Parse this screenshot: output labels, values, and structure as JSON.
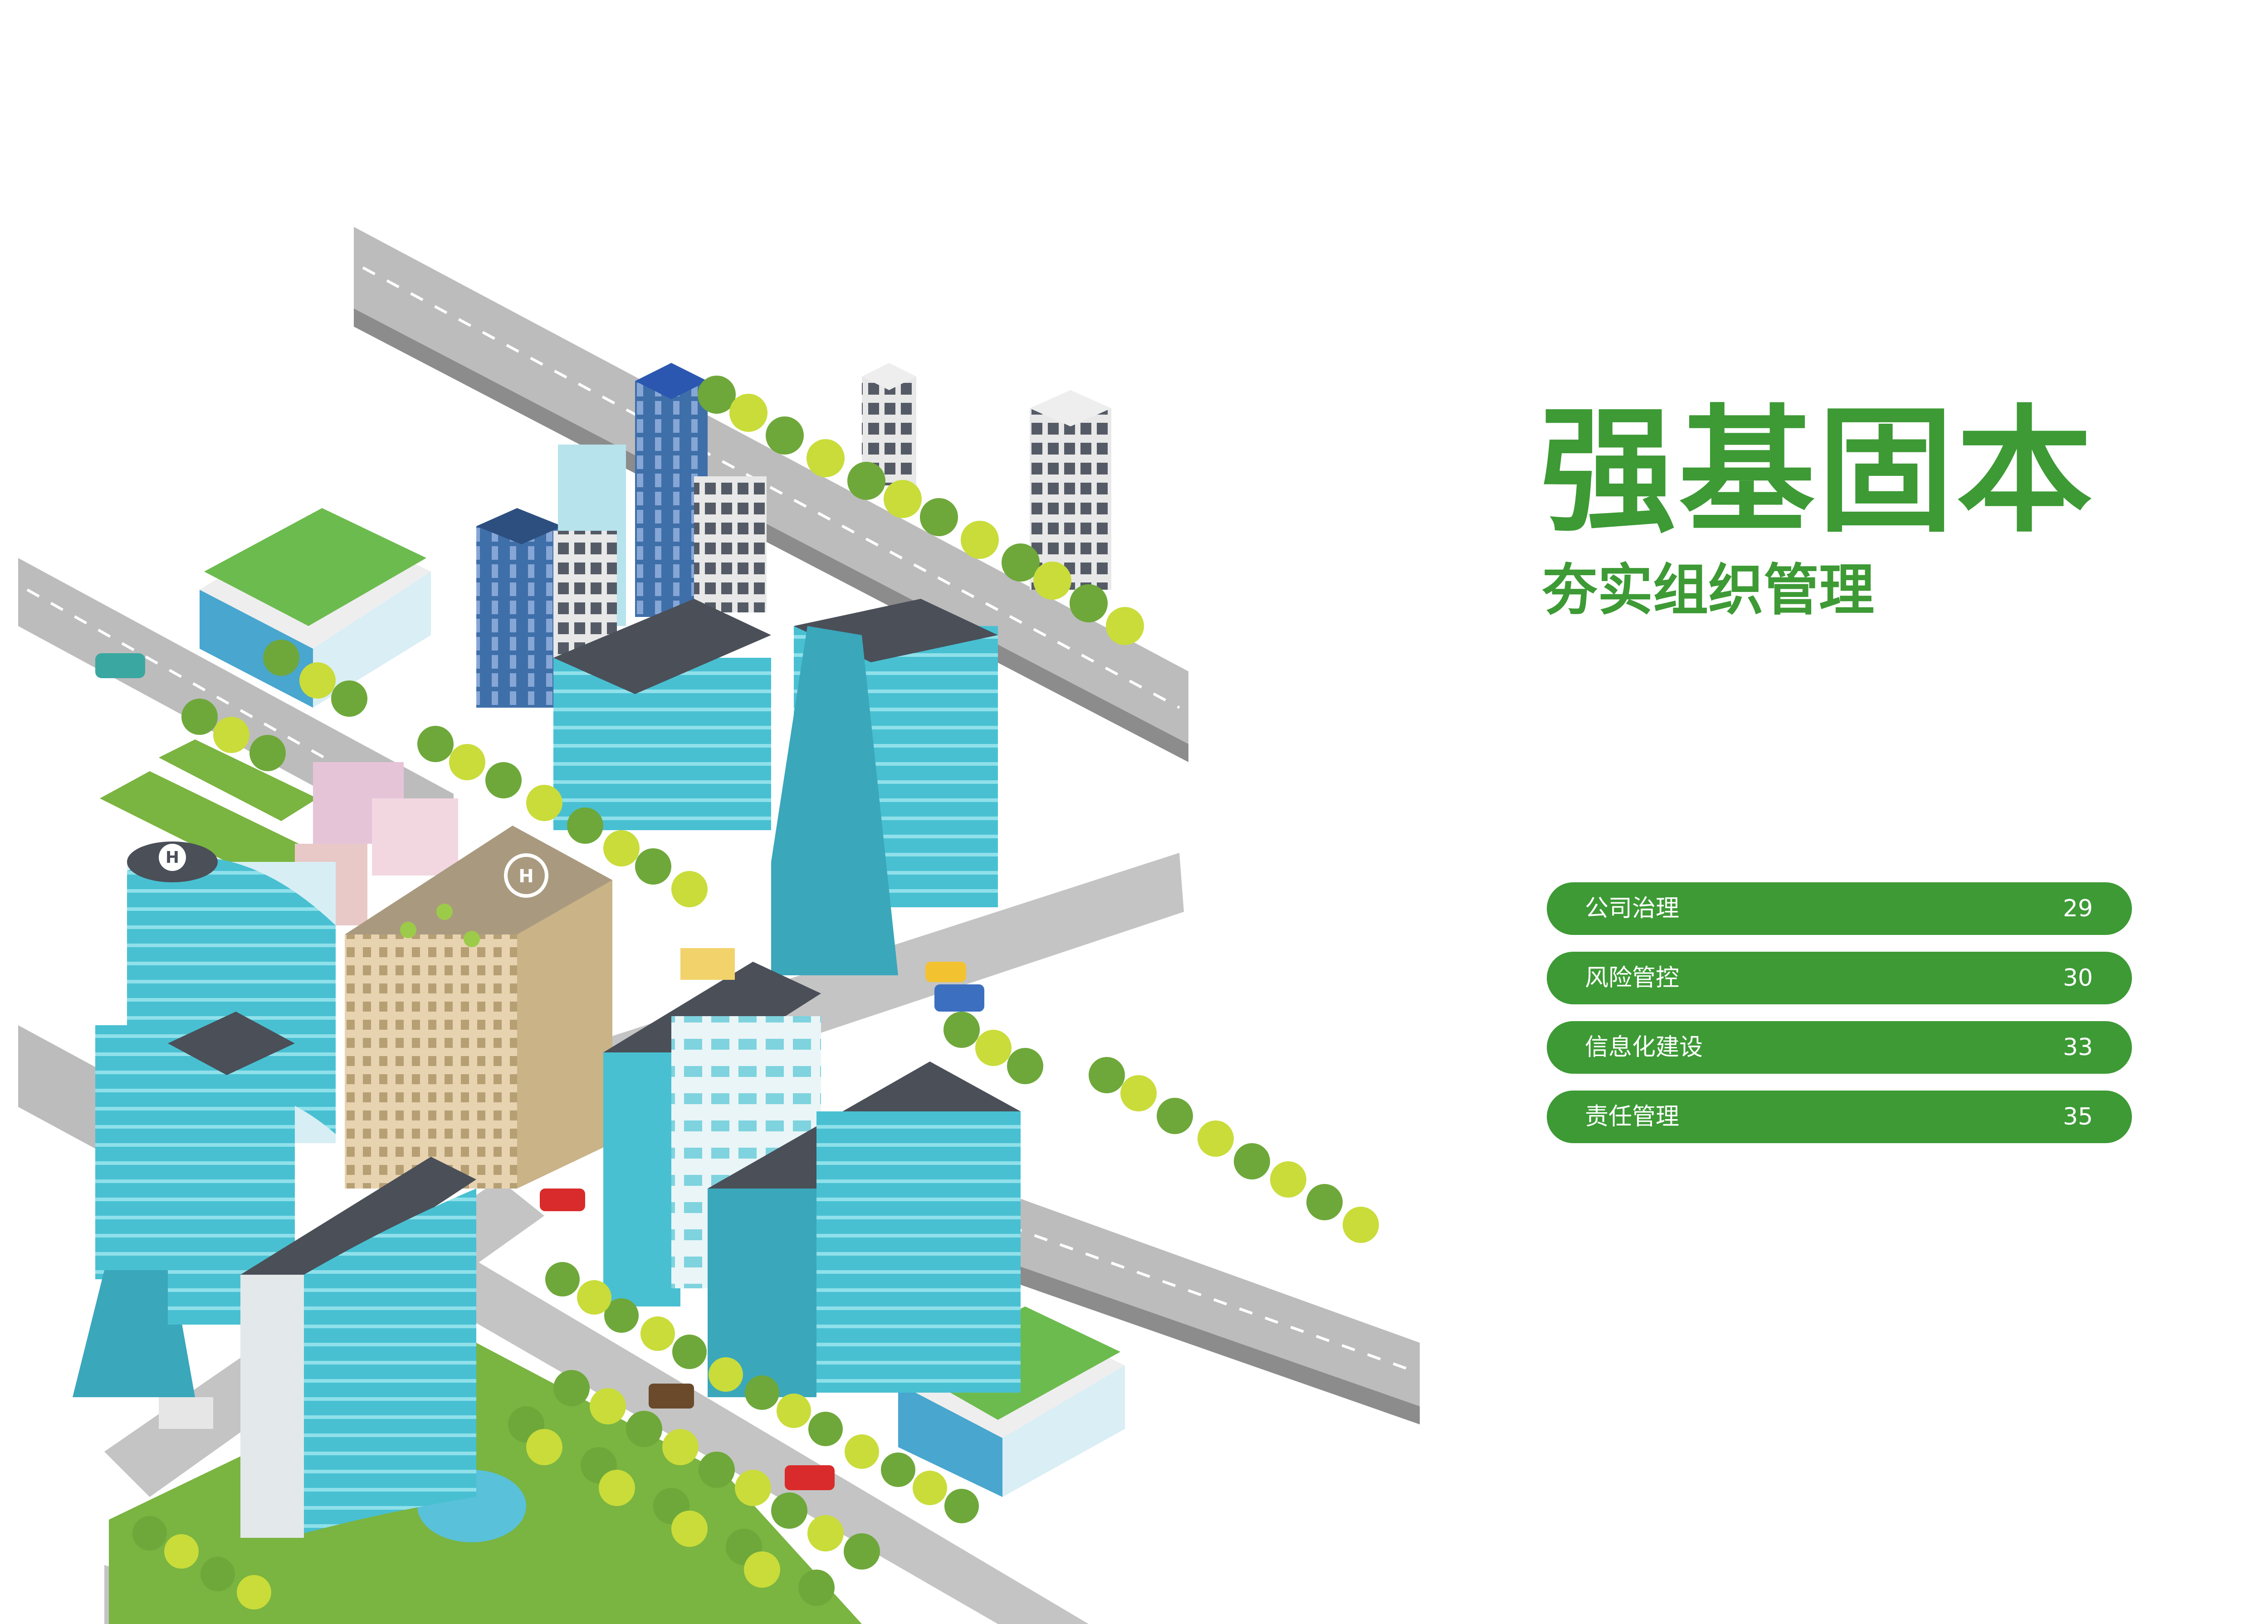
{
  "colors": {
    "accent": "#3d9a35",
    "road": "#bdbdbd",
    "grass": "#7ab441",
    "glass": "#4cc3d4",
    "tree_dark": "#6ea83a",
    "tree_light": "#c9dc3a"
  },
  "section": {
    "title": "强基固本",
    "subtitle": "夯实组织管理"
  },
  "toc": {
    "items": [
      {
        "label": "公司治理",
        "page": "29"
      },
      {
        "label": "风险管控",
        "page": "30"
      },
      {
        "label": "信息化建设",
        "page": "33"
      },
      {
        "label": "责任管理",
        "page": "35"
      }
    ]
  },
  "illustration": {
    "icon": "isometric-city-illustration",
    "helipad_label": "H"
  }
}
